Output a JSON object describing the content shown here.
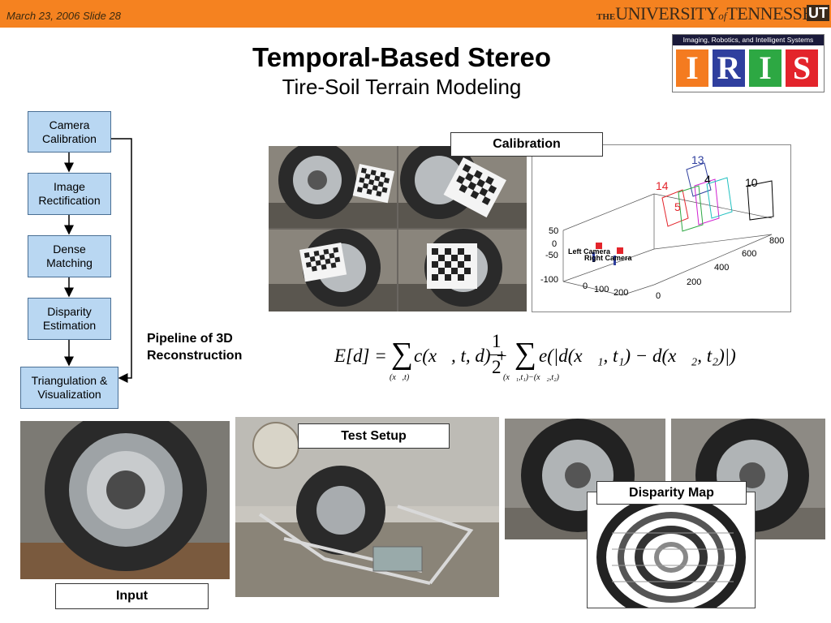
{
  "header": {
    "date_slide": "March 23, 2006 Slide 28",
    "logo_the": "THE",
    "logo_university": "UNIVERSITY",
    "logo_of": "of",
    "logo_tennessee": "TENNESSEE",
    "logo_mark": "UT"
  },
  "title": "Temporal-Based Stereo",
  "subtitle": "Tire-Soil Terrain Modeling",
  "iris": {
    "caption": "Imaging, Robotics, and Intelligent Systems",
    "letters": [
      "I",
      "R",
      "I",
      "S"
    ],
    "colors": [
      "#f47b20",
      "#2f3f9e",
      "#2da843",
      "#e3242b"
    ]
  },
  "pipeline": {
    "steps": [
      "Camera\nCalibration",
      "Image\nRectification",
      "Dense\nMatching",
      "Disparity\nEstimation",
      "Triangulation &\nVisualization"
    ],
    "label": "Pipeline of 3D\nReconstruction"
  },
  "captions": {
    "calibration": "Calibration",
    "test_setup": "Test Setup",
    "disparity_map": "Disparity Map",
    "input": "Input"
  },
  "plot": {
    "cameras": [
      "Left Camera",
      "Right Camera"
    ],
    "board_labels": [
      "13",
      "14",
      "4",
      "10",
      "5"
    ],
    "z_ticks": [
      "50",
      "0",
      "-50",
      "-100"
    ],
    "x_ticks": [
      "0",
      "100",
      "200"
    ],
    "y_ticks": [
      "800",
      "600",
      "400",
      "200",
      "0"
    ]
  },
  "equation": {
    "lhs": "E[d] =",
    "sum1_sub": "(x⃗,t)",
    "term1": "c(x⃗, t, d) +",
    "frac_num": "1",
    "frac_den": "2",
    "sum2_sub": "(x⃗₁,t₁)−(x⃗₂,t₂)",
    "term2": "e(|d(x⃗₁, t₁) − d(x⃗₂, t₂)|)"
  }
}
